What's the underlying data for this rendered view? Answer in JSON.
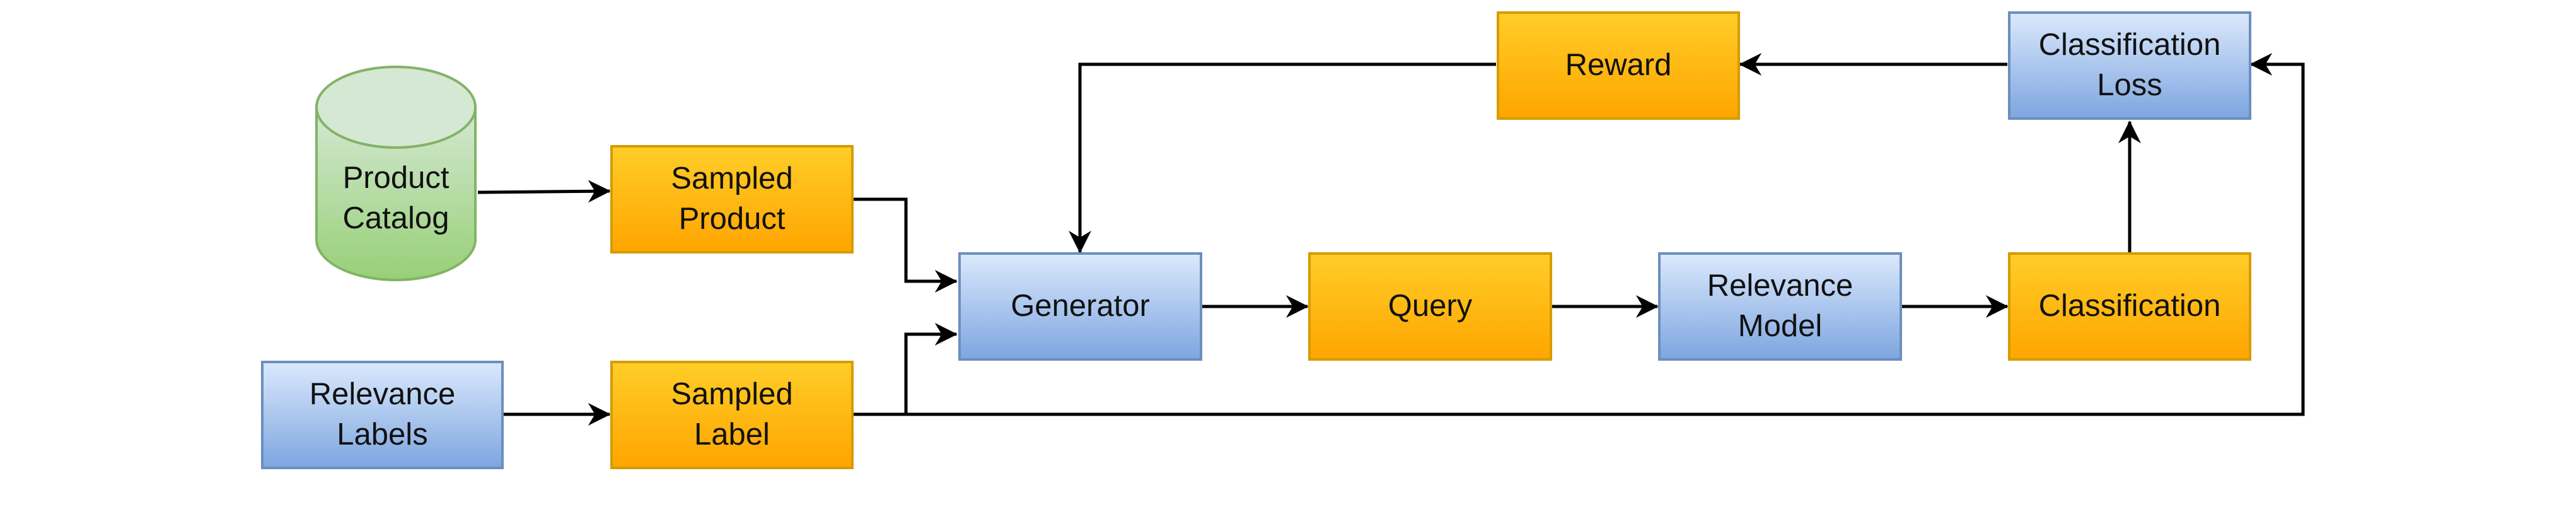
{
  "nodes": {
    "product_catalog": "Product\nCatalog",
    "sampled_product": "Sampled\nProduct",
    "relevance_labels": "Relevance\nLabels",
    "sampled_label": "Sampled\nLabel",
    "generator": "Generator",
    "query": "Query",
    "relevance_model": "Relevance\nModel",
    "classification": "Classification",
    "classification_loss": "Classification\nLoss",
    "reward": "Reward"
  },
  "colors": {
    "blue_fill_top": "#dae8fc",
    "blue_fill_bottom": "#7ea6e0",
    "blue_stroke": "#6c8ebf",
    "orange_fill_top": "#ffcd28",
    "orange_fill_bottom": "#ffa500",
    "orange_stroke": "#d79b00",
    "green_fill_top": "#d5e8d4",
    "green_fill_bottom": "#97d077",
    "green_stroke": "#82b366",
    "edge": "#000000"
  }
}
